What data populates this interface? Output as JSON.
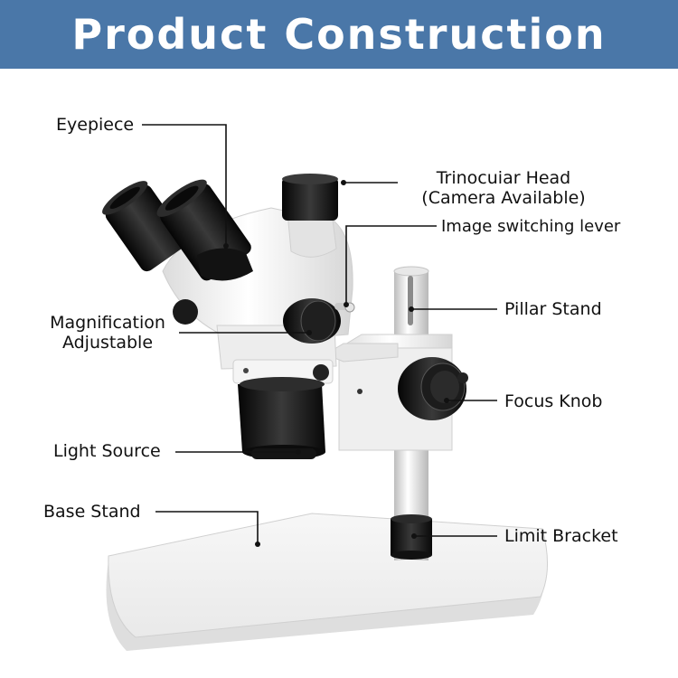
{
  "header": {
    "title": "Product Construction"
  },
  "labels": {
    "eyepiece": "Eyepiece",
    "trinocular_line1": "Trinocuiar Head",
    "trinocular_line2": "(Camera Available)",
    "image_switching_lever": "Image switching lever",
    "pillar_stand": "Pillar Stand",
    "magnification_line1": "Magnification",
    "magnification_line2": "Adjustable",
    "focus_knob": "Focus Knob",
    "light_source": "Light Source",
    "base_stand": "Base Stand",
    "limit_bracket": "Limit Bracket"
  },
  "colors": {
    "banner": "#4a77a8",
    "body_white": "#f4f4f4",
    "black_part": "#1a1a1a",
    "leader_line": "#111111"
  }
}
